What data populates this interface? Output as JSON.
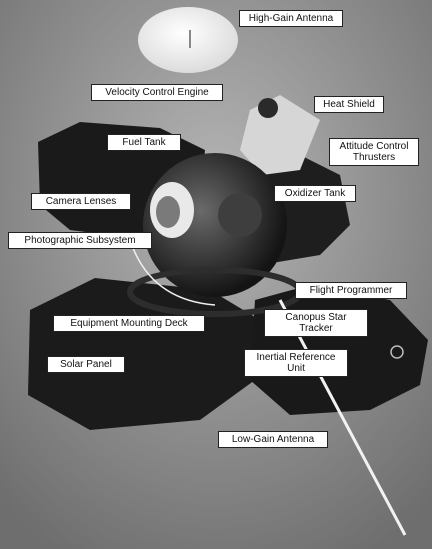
{
  "labels": {
    "high_gain_antenna": "High-Gain Antenna",
    "velocity_control_engine": "Velocity Control Engine",
    "heat_shield": "Heat Shield",
    "fuel_tank": "Fuel Tank",
    "attitude_control_thrusters": "Attitude Control Thrusters",
    "oxidizer_tank": "Oxidizer Tank",
    "camera_lenses": "Camera Lenses",
    "photographic_subsystem": "Photographic Subsystem",
    "flight_programmer": "Flight Programmer",
    "equipment_mounting_deck": "Equipment Mounting Deck",
    "canopus_star_tracker": "Canopus Star Tracker",
    "solar_panel": "Solar Panel",
    "inertial_reference_unit": "Inertial Reference Unit",
    "low_gain_antenna": "Low-Gain Antenna"
  },
  "colors": {
    "background": "#8a8a8a",
    "panel": "#1c1c1c",
    "label_bg": "#ffffff"
  }
}
